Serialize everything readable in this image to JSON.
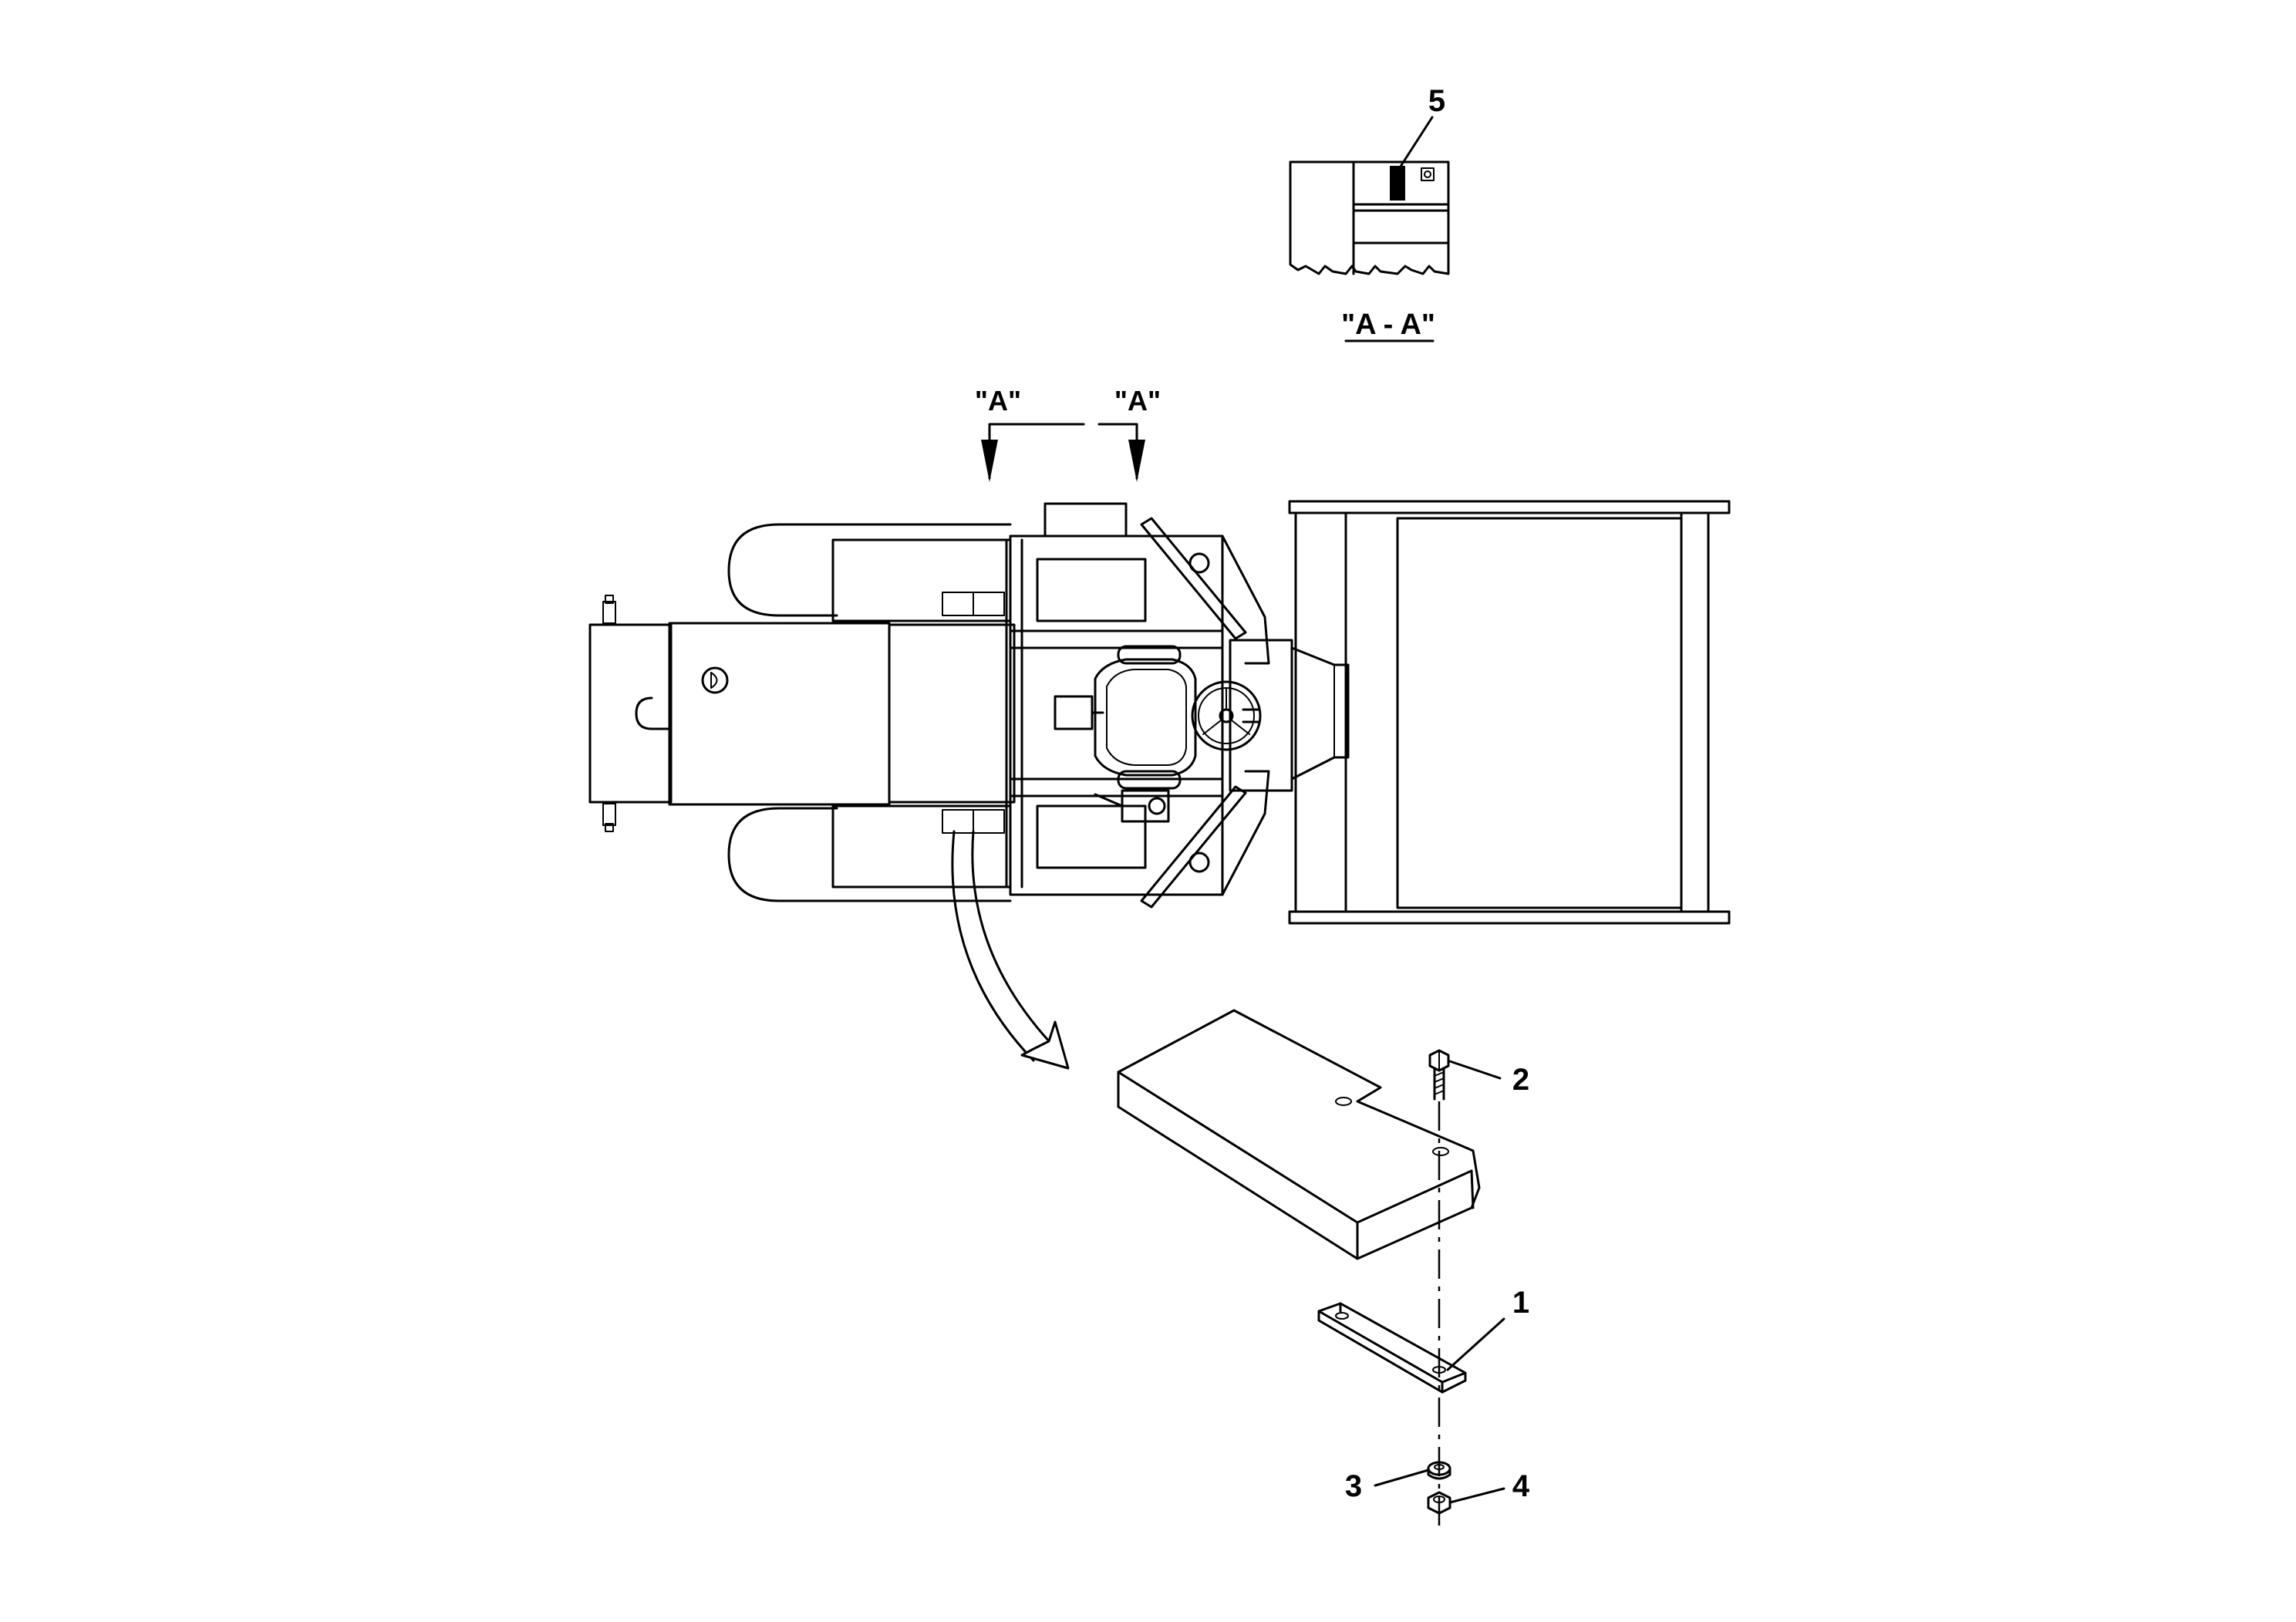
{
  "diagram": {
    "section_view": {
      "title": "\"A - A\"",
      "callout_5": "5"
    },
    "section_markers": {
      "left": "\"A\"",
      "right": "\"A\""
    },
    "callouts": {
      "item_1": "1",
      "item_2": "2",
      "item_3": "3",
      "item_4": "4"
    }
  }
}
